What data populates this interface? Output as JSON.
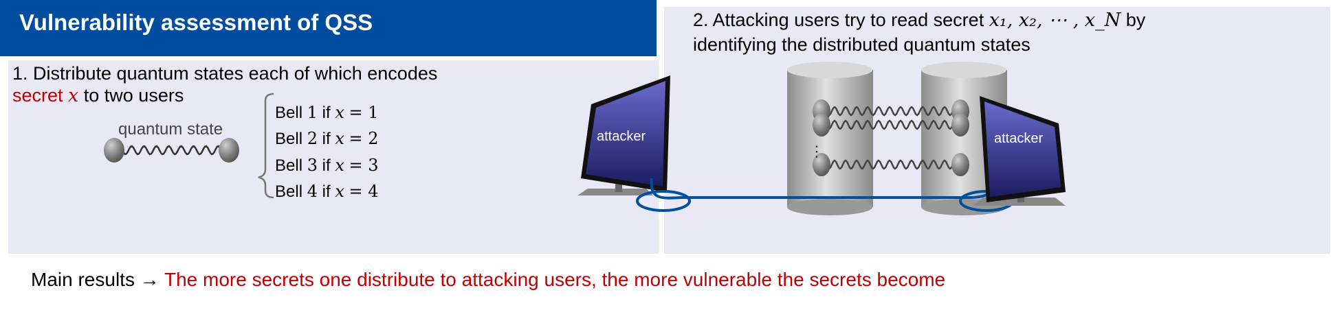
{
  "title": "Vulnerability assessment of QSS",
  "step1": {
    "line1": "1. Distribute quantum states each of which encodes",
    "line2_red": "secret ",
    "line2_var": "x",
    "line2_rest": " to two users",
    "state_label": "quantum  state",
    "bell_cases": [
      {
        "name": "Bell",
        "n": "1",
        "cond": "if",
        "var": "x",
        "eq": "= 1"
      },
      {
        "name": "Bell",
        "n": "2",
        "cond": "if",
        "var": "x",
        "eq": "= 2"
      },
      {
        "name": "Bell",
        "n": "3",
        "cond": "if",
        "var": "x",
        "eq": "= 3"
      },
      {
        "name": "Bell",
        "n": "4",
        "cond": "if",
        "var": "x",
        "eq": "= 4"
      }
    ]
  },
  "step2": {
    "line1": "2. Attacking users try to read secret ",
    "secrets": "x₁, x₂, ⋯ , x_N",
    "secret_parts": [
      "x",
      "1",
      ", x",
      "2",
      ", ⋯ , x",
      "N"
    ],
    "line1_end": " by",
    "line2": "identifying the distributed quantum states",
    "left_monitor": "attacker",
    "right_monitor": "attacker",
    "ellipsis": "⋮"
  },
  "main_results": {
    "label": "Main results → ",
    "text": "The more secrets one distribute to attacking users, the more vulnerable the secrets become"
  },
  "colors": {
    "title_bar": "#004C9F",
    "panel": "#E9E8F5",
    "accent_red": "#C00000",
    "fiber": "#0050A0",
    "monitor": "#3A3A9A"
  }
}
